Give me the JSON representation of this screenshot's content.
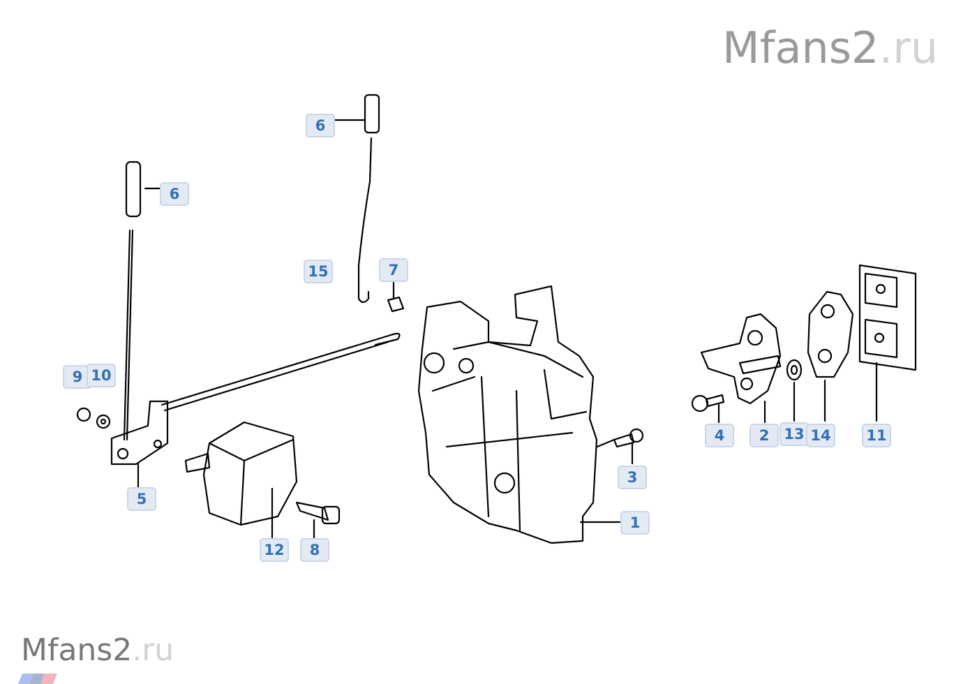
{
  "watermark": {
    "brand": "Mfans2",
    "tld": ".ru"
  },
  "callouts": [
    {
      "id": "6a",
      "label": "6"
    },
    {
      "id": "6b",
      "label": "6"
    },
    {
      "id": "15",
      "label": "15"
    },
    {
      "id": "7",
      "label": "7"
    },
    {
      "id": "9",
      "label": "9"
    },
    {
      "id": "10",
      "label": "10"
    },
    {
      "id": "5",
      "label": "5"
    },
    {
      "id": "12",
      "label": "12"
    },
    {
      "id": "8",
      "label": "8"
    },
    {
      "id": "3",
      "label": "3"
    },
    {
      "id": "1",
      "label": "1"
    },
    {
      "id": "4",
      "label": "4"
    },
    {
      "id": "2",
      "label": "2"
    },
    {
      "id": "13",
      "label": "13"
    },
    {
      "id": "14",
      "label": "14"
    },
    {
      "id": "11",
      "label": "11"
    }
  ],
  "colors": {
    "callout_text": "#3470b6",
    "callout_bg": "#e3eaf4",
    "callout_border": "#c9d6e8"
  }
}
